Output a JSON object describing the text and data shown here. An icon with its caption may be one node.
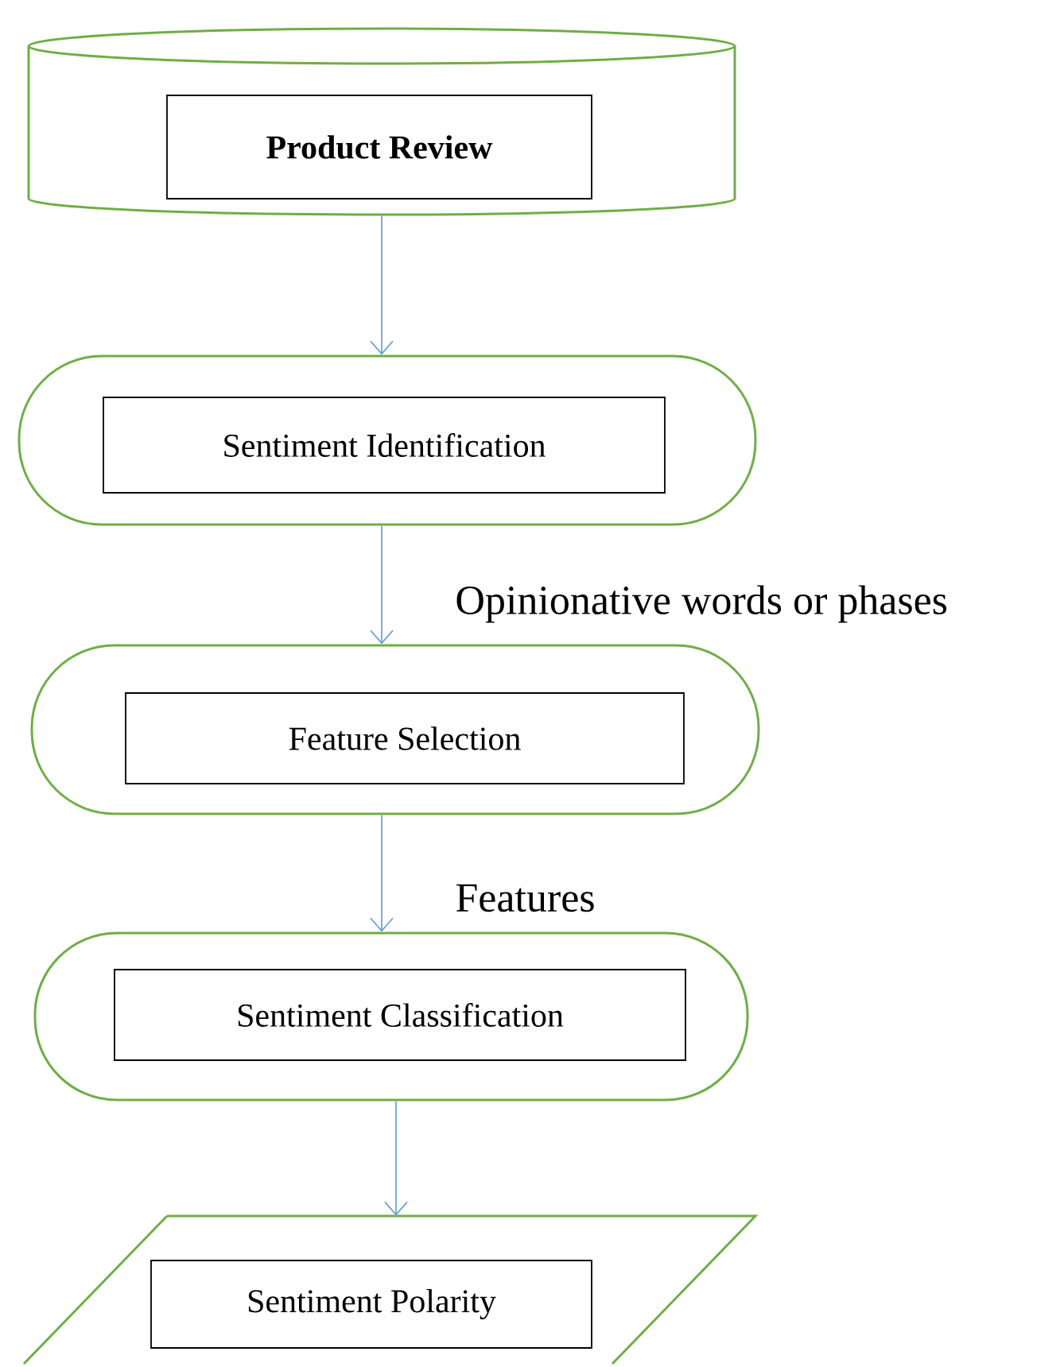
{
  "diagram": {
    "nodes": [
      {
        "text": [],
        "shape": "cylinder"
      },
      {
        "text": [
          "Product Review"
        ],
        "in": 0
      },
      {
        "text": [],
        "shape": "oval"
      },
      {
        "text": [
          "Sentiment Identification"
        ],
        "in": 2
      },
      {
        "text": [],
        "shape": "oval"
      },
      {
        "text": [
          "Feature Selection"
        ],
        "in": 4
      },
      {
        "text": [],
        "shape": "oval"
      },
      {
        "text": [
          "Sentiment Classification"
        ],
        "in": 6
      },
      {
        "text": [],
        "shape": "parallelogram"
      },
      {
        "text": [
          "Sentiment Polarity"
        ],
        "in": 8
      }
    ],
    "edges": [
      {
        "from": 0,
        "to": 2,
        "arrow": "to"
      },
      {
        "from": 2,
        "to": 4,
        "arrow": "to",
        "label": "Opinionative words or phases"
      },
      {
        "from": 4,
        "to": 6,
        "arrow": "to",
        "label": "Features"
      },
      {
        "from": 6,
        "to": 8,
        "arrow": "to"
      }
    ]
  }
}
